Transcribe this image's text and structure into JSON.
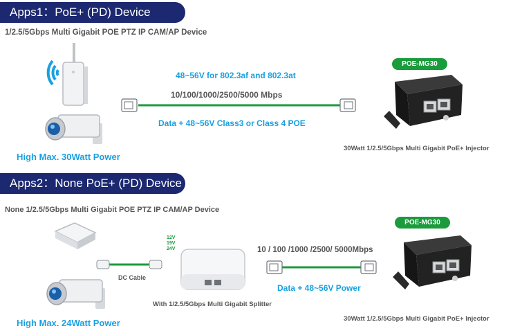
{
  "app1": {
    "banner": "Apps1：PoE+ (PD) Device",
    "subtitle": "1/2.5/5Gbps Multi Gigabit POE PTZ IP CAM/AP Device",
    "voltage_label": "48~56V for 802.3af and 802.3at",
    "speed_label": "10/100/1000/2500/5000 Mbps",
    "data_label": "Data + 48~56V Class3 or Class 4 POE",
    "power_label": "High Max. 30Watt  Power",
    "badge": "POE-MG30",
    "injector_label": "30Watt 1/2.5/5Gbps Multi Gigabit PoE+ Injector"
  },
  "app2": {
    "banner": "Apps2：None PoE+ (PD) Device",
    "subtitle": "None 1/2.5/5Gbps Multi Gigabit POE PTZ IP CAM/AP Device",
    "voltages": [
      "12V",
      "19V",
      "24V"
    ],
    "dc_cable_label": "DC Cable",
    "splitter_label": "With 1/2.5/5Gbps Multi Gigabit Splitter",
    "speed_label": "10 / 100 /1000 /2500/ 5000Mbps",
    "data_label": "Data + 48~56V Power",
    "power_label": "High Max. 24Watt  Power",
    "badge": "POE-MG30",
    "injector_label": "30Watt 1/2.5/5Gbps Multi Gigabit PoE+ Injector"
  },
  "colors": {
    "banner": "#1c2870",
    "accent_blue": "#1aa0e0",
    "cable_green": "#1a9b3c",
    "badge_green": "#1a9b3c"
  }
}
